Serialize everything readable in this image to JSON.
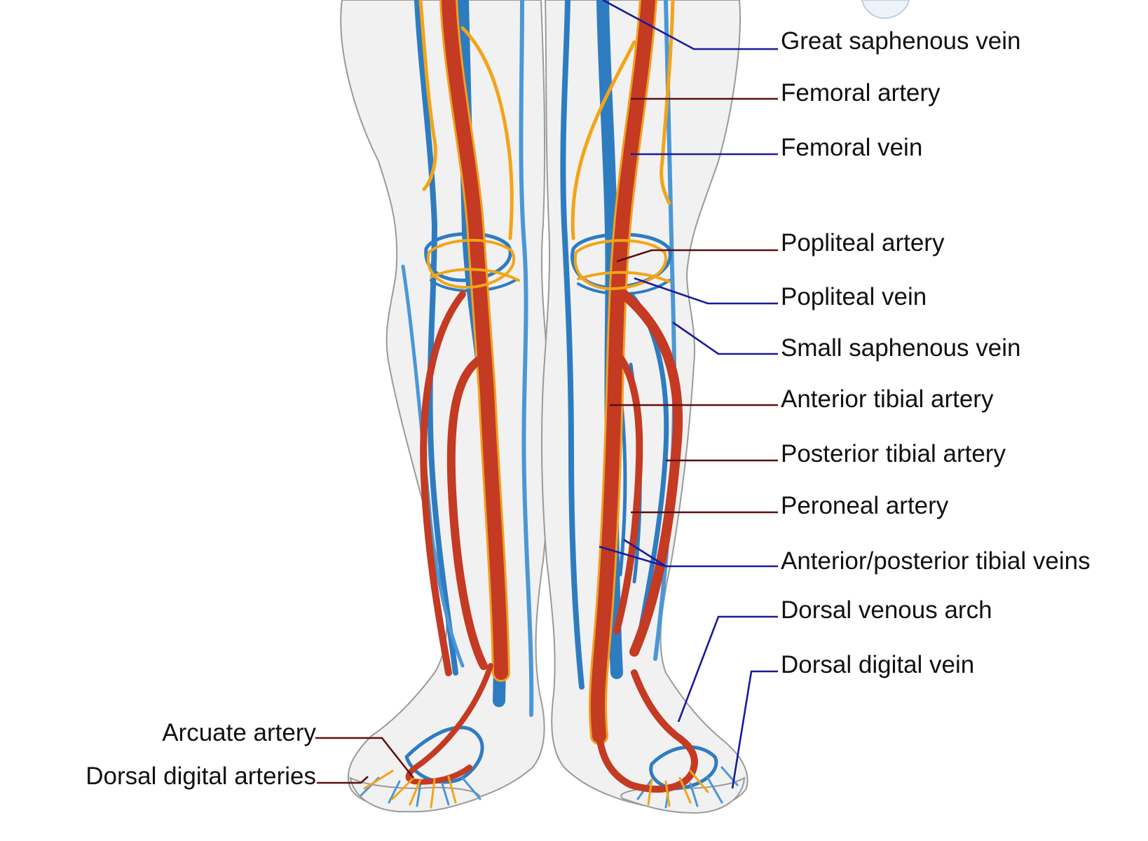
{
  "colors": {
    "skin": "#f1f1f1",
    "vein": "#2e7cc0",
    "artery": "#c43a22",
    "artery_branch": "#f2a418",
    "vein_leader": "#1a1a9a",
    "artery_leader": "#5a1010"
  },
  "labels": {
    "great_saphenous_vein": "Great saphenous vein",
    "femoral_artery": "Femoral artery",
    "femoral_vein": "Femoral vein",
    "popliteal_artery": "Popliteal artery",
    "popliteal_vein": "Popliteal vein",
    "small_saphenous_vein": "Small saphenous vein",
    "anterior_tibial_artery": "Anterior tibial artery",
    "posterior_tibial_artery": "Posterior tibial artery",
    "peroneal_artery": "Peroneal artery",
    "anterior_posterior_tibial_veins": "Anterior/posterior tibial veins",
    "dorsal_venous_arch": "Dorsal venous arch",
    "dorsal_digital_vein": "Dorsal digital vein",
    "arcuate_artery": "Arcuate artery",
    "dorsal_digital_arteries": "Dorsal digital arteries"
  }
}
